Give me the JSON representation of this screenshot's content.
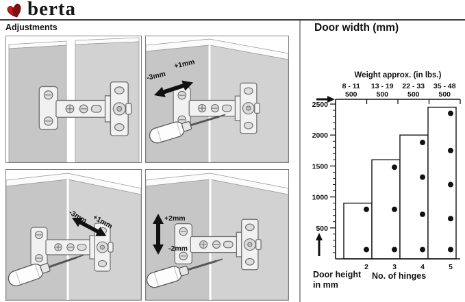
{
  "header": {
    "brand": "berta",
    "brand_colors": {
      "dark_red": "#7d1014",
      "bright_red": "#c8161d"
    }
  },
  "adjustments": {
    "title": "Adjustments",
    "panels": [
      {
        "id": "mounted-hinge",
        "labels": []
      },
      {
        "id": "side-adjustment",
        "labels": [
          "-3mm",
          "+1mm"
        ]
      },
      {
        "id": "depth-adjustment",
        "labels": [
          "-3mm",
          "+1mm"
        ]
      },
      {
        "id": "height-adjustment",
        "labels": [
          "+2mm",
          "-2mm"
        ]
      }
    ]
  },
  "chart_data": {
    "type": "step-bar",
    "title": "Door width (mm)",
    "top_axis": {
      "header": "Weight approx. (in lbs.)",
      "weight_ranges": [
        "8 - 11",
        "13 - 19",
        "22 - 33",
        "35 - 48"
      ],
      "segments": 4,
      "segment_mm": 500,
      "segment_width_label": "500"
    },
    "x": {
      "label": "No. of hinges",
      "categories": [
        "2",
        "3",
        "4",
        "5"
      ]
    },
    "y": {
      "label": "Door height in mm",
      "major_ticks": [
        500,
        1000,
        1500,
        2000,
        2500
      ],
      "minor_step": 100,
      "max": 2500
    },
    "bars": [
      {
        "hinges": 2,
        "max_door_height_mm": 900,
        "hinge_positions_mm": [
          150,
          800
        ]
      },
      {
        "hinges": 3,
        "max_door_height_mm": 1600,
        "hinge_positions_mm": [
          150,
          800,
          1480
        ]
      },
      {
        "hinges": 4,
        "max_door_height_mm": 2000,
        "hinge_positions_mm": [
          150,
          720,
          1320,
          1880
        ]
      },
      {
        "hinges": 5,
        "max_door_height_mm": 2450,
        "hinge_positions_mm": [
          150,
          650,
          1200,
          1750,
          2350
        ]
      }
    ],
    "grid": false,
    "bar_fill": "#ffffff",
    "line_color": "#111111"
  }
}
